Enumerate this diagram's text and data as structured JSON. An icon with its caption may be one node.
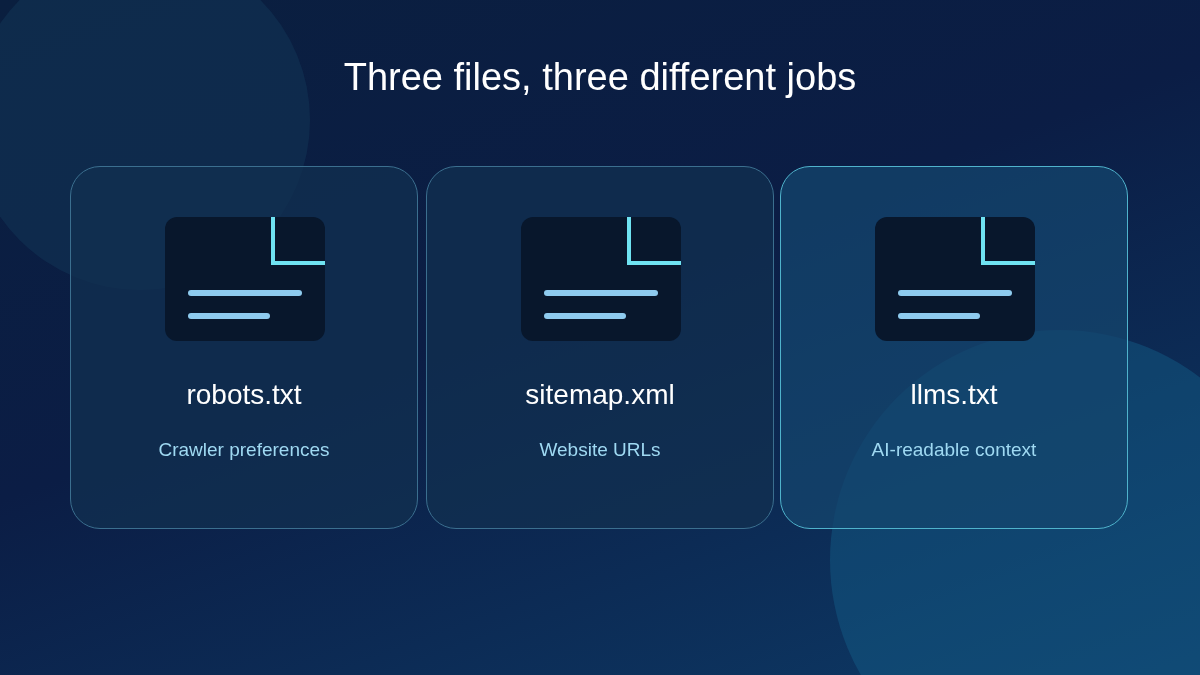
{
  "diagram": {
    "title": "Three files, three different jobs",
    "nodes": [
      {
        "text": [
          "robots.txt",
          "Crawler preferences"
        ]
      },
      {
        "text": [
          "sitemap.xml",
          "Website URLs"
        ]
      },
      {
        "text": [
          "llms.txt",
          "AI-readable context"
        ]
      }
    ]
  }
}
